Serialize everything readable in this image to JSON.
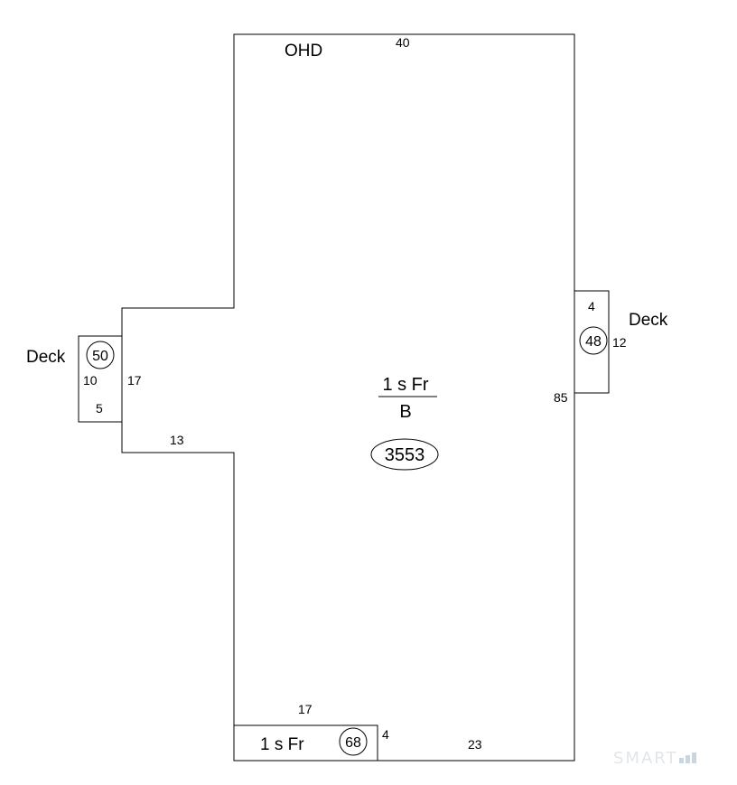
{
  "sketch": {
    "main": {
      "label_top": "1 s Fr",
      "label_bottom": "B",
      "area": "3553"
    },
    "ohd_label": "OHD",
    "dims": {
      "top_width": "40",
      "right_length": "85",
      "left_notch_depth": "13",
      "left_notch_height": "17",
      "bottom_right": "23"
    },
    "deck_left": {
      "label": "Deck",
      "area": "50",
      "width": "10",
      "height": "5"
    },
    "deck_right": {
      "label": "Deck",
      "area": "48",
      "width": "12",
      "height": "4"
    },
    "addition": {
      "label": "1 s Fr",
      "area": "68",
      "width": "17",
      "height": "4"
    },
    "watermark": "SMART"
  },
  "colors": {
    "line": "#000000",
    "watermark": "#e2e6ea"
  }
}
